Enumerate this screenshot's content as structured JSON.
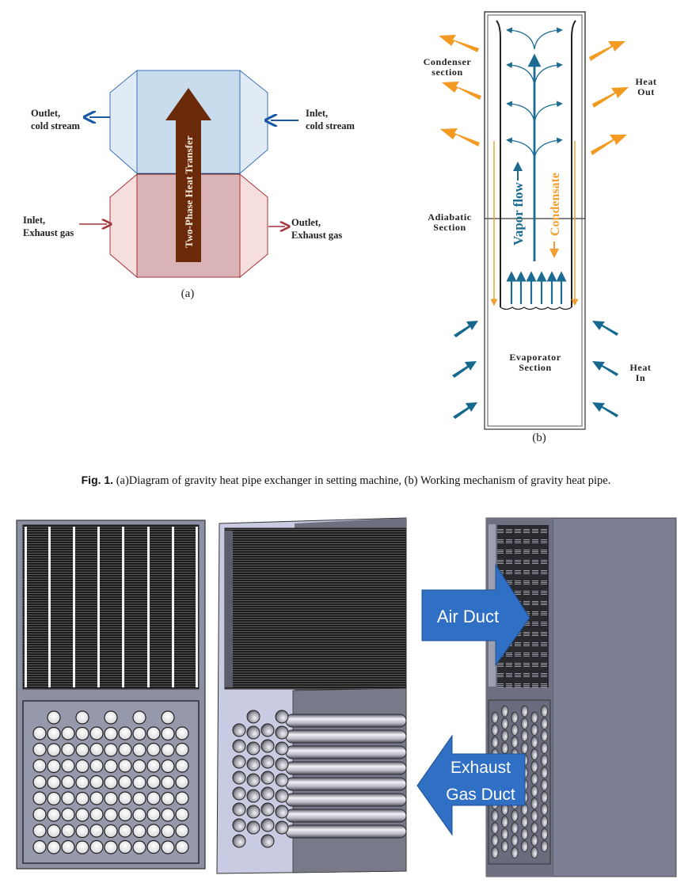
{
  "figure1": {
    "panel_a": {
      "label": "(a)",
      "center_arrow_text": "Two-Phase Heat Transfer",
      "outlet_cold": [
        "Outlet,",
        "cold stream"
      ],
      "inlet_cold": [
        "Inlet,",
        "cold stream"
      ],
      "inlet_exhaust": [
        "Inlet,",
        "Exhaust gas"
      ],
      "outlet_exhaust": [
        "Outlet,",
        "Exhaust gas"
      ],
      "colors": {
        "cold_fill": "#c9dcee",
        "cold_side_fill": "#e1ebf6",
        "cold_stroke": "#3a73b5",
        "hot_fill": "#d9b3b6",
        "hot_side_fill": "#f6dedf",
        "hot_stroke": "#a3353b",
        "arrow": "#6b2a0a"
      }
    },
    "panel_b": {
      "label": "(b)",
      "condenser": [
        "Condenser",
        "section"
      ],
      "heat_out": [
        "Heat",
        "Out"
      ],
      "adiabatic": [
        "Adiabatic",
        "Section"
      ],
      "vapor_flow": "Vapor flow",
      "condensate": "Condensate",
      "evaporator": [
        "Evaporator",
        "Section"
      ],
      "heat_in": [
        "Heat",
        "In"
      ],
      "colors": {
        "vapor": "#1b6b92",
        "condensate": "#f0a030",
        "heat_out": "#f39a22",
        "heat_in": "#17688f"
      }
    },
    "caption_label": "Fig. 1.",
    "caption_text": " (a)Diagram of gravity heat pipe exchanger in setting machine, (b) Working mechanism of gravity heat pipe."
  },
  "figure2": {
    "air_duct_label": "Air Duct",
    "exhaust_label": [
      "Exhaust",
      "Gas Duct"
    ],
    "colors": {
      "arrow_fill": "#2f6fc4",
      "panel_gray": "#8d8fa3",
      "body_gray": "#7c7f93",
      "light_face": "#c9cbe3"
    }
  }
}
